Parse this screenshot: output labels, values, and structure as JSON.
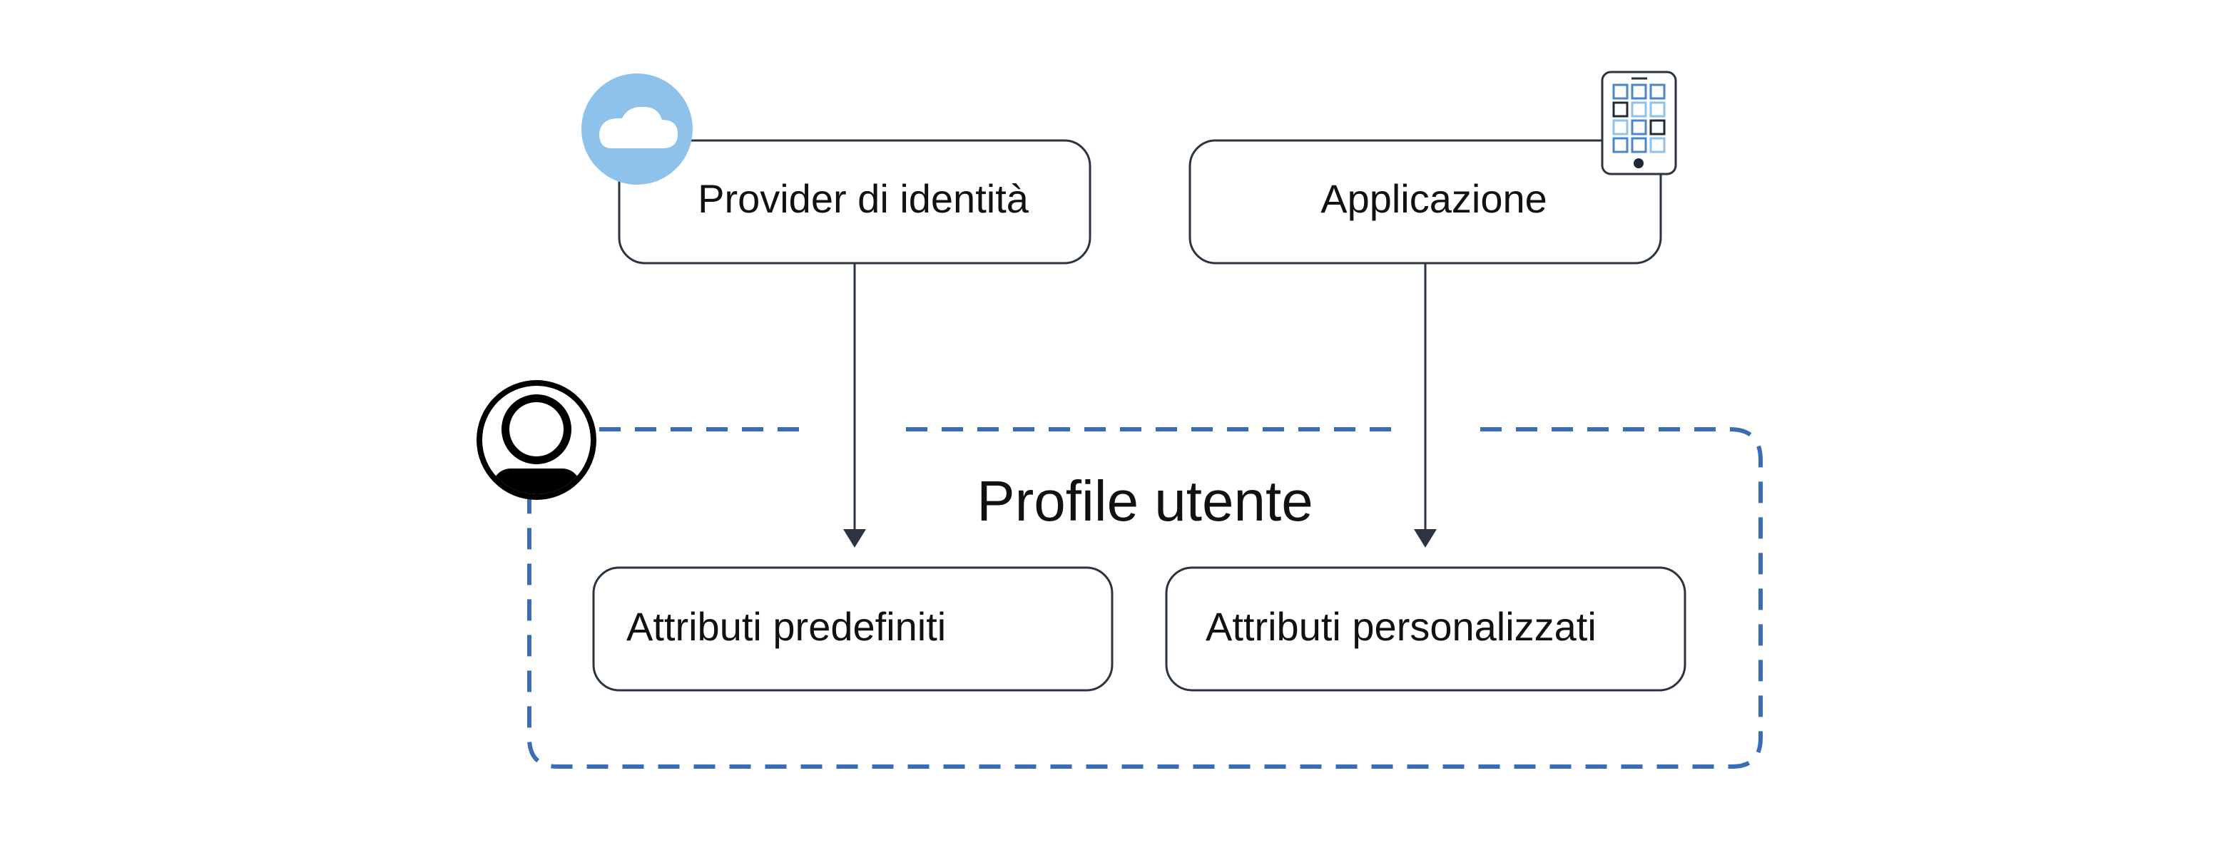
{
  "diagram": {
    "idp_box": {
      "label": "Provider di identità"
    },
    "app_box": {
      "label": "Applicazione"
    },
    "profile": {
      "title": "Profile utente"
    },
    "default_attrs_box": {
      "label": "Attributi predefiniti"
    },
    "custom_attrs_box": {
      "label": "Attributi personalizzati"
    }
  },
  "icons": {
    "idp": "cloud-icon",
    "app": "mobile-app-icon",
    "profile": "user-icon"
  },
  "colors": {
    "box_stroke": "#2b3541",
    "arrow": "#2b3541",
    "dashed_border": "#3a6db5",
    "cloud_bg": "#8fc2ea",
    "app_tile_light": "#8fc2ea",
    "app_tile_mid": "#4a86c8",
    "app_tile_dark": "#1f2a36",
    "user_icon": "#000000"
  }
}
